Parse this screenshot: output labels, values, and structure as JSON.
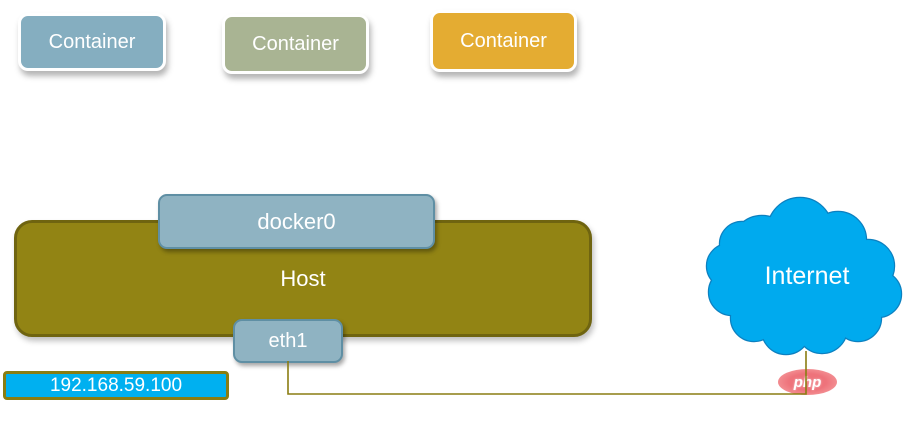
{
  "nodes": {
    "containers": [
      {
        "label": "Container"
      },
      {
        "label": "Container"
      },
      {
        "label": "Container"
      }
    ],
    "docker0": {
      "label": "docker0"
    },
    "host": {
      "label": "Host"
    },
    "eth1": {
      "label": "eth1"
    },
    "ip_address": {
      "label": "192.168.59.100"
    },
    "internet": {
      "label": "Internet"
    },
    "php_watermark": {
      "label": "php"
    }
  },
  "colors": {
    "container_blue": "#85aec0",
    "container_green": "#a9b493",
    "container_gold": "#e4ac32",
    "node_fill": "#8fb3c2",
    "node_border": "#5f8fa4",
    "host_fill": "#928414",
    "host_border": "#6f6410",
    "ip_fill": "#00b0f0",
    "ip_border": "#8a7d12",
    "cloud_fill": "#00aaee",
    "cloud_stroke": "#0c80c0",
    "line": "#8a7d12",
    "php_fill": "#ee737b",
    "label_text": "#ffffff"
  }
}
